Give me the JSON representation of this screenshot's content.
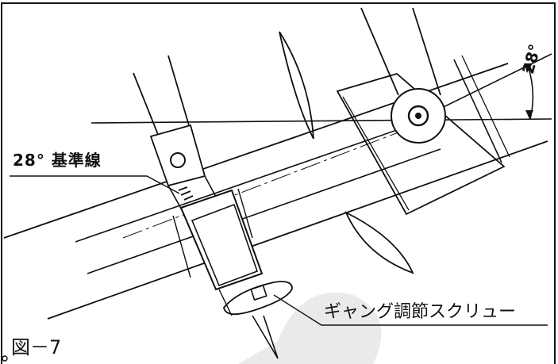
{
  "angle_label": "28°",
  "reference_line_label": "28° 基準線",
  "screw_label": "ギャング調節スクリュー",
  "figure_label": "図－7",
  "stroke_color": "#111111",
  "watermark_color": "#d9d9d9"
}
